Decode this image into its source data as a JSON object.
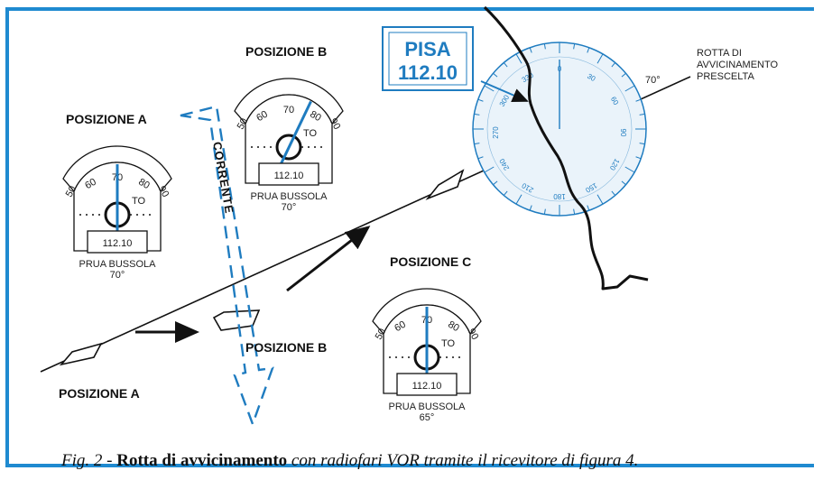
{
  "positions": {
    "a_top": "POSIZIONE A",
    "b_top": "POSIZIONE B",
    "c": "POSIZIONE C",
    "b_low": "POSIZIONE B",
    "a_low": "POSIZIONE A"
  },
  "instrument": {
    "scale": [
      "50",
      "60",
      "70",
      "80",
      "90"
    ],
    "to_flag": "TO",
    "freq": "112.10",
    "heading_label": "PRUA BUSSOLA",
    "heading_a": "70°",
    "heading_b": "70°",
    "heading_c": "65°"
  },
  "current_label": "CORRENTE",
  "station": {
    "name": "PISA",
    "freq": "112.10"
  },
  "route_label": [
    "ROTTA DI",
    "AVVICINAMENTO",
    "PRESCELTA"
  ],
  "route_bearing": "70°",
  "compass_ticks": [
    "0",
    "30",
    "60",
    "90",
    "120",
    "150",
    "180",
    "210",
    "240",
    "270",
    "300",
    "330"
  ],
  "caption": {
    "fig": "Fig. 2 -",
    "bold": "Rotta di avvicinamento",
    "rest": "con radiofari VOR tramite il ricevitore di figura 4."
  },
  "colors": {
    "accent": "#1f7cc0",
    "frame": "#1f8ad0"
  }
}
